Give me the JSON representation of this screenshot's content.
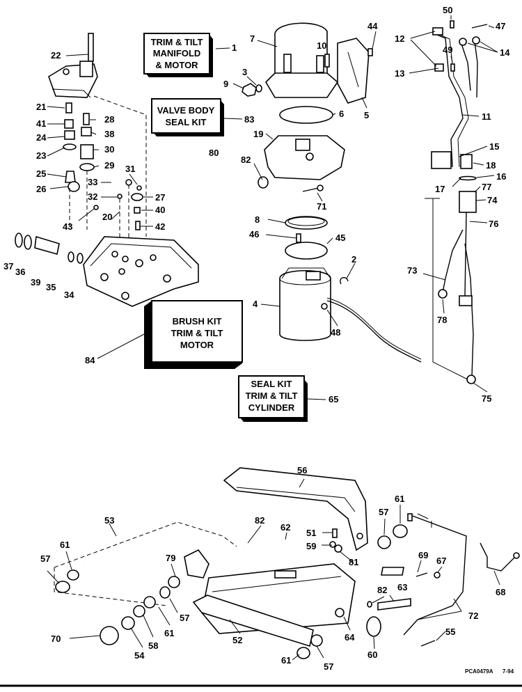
{
  "kits": {
    "manifold": [
      "TRIM & TILT",
      "MANIFOLD",
      "& MOTOR"
    ],
    "valve": [
      "VALVE BODY",
      "SEAL KIT"
    ],
    "brush": [
      "BRUSH KIT",
      "TRIM & TILT",
      "MOTOR"
    ],
    "seal": [
      "SEAL KIT",
      "TRIM & TILT",
      "CYLINDER"
    ]
  },
  "labels": {
    "n1": "1",
    "n2": "2",
    "n3": "3",
    "n4": "4",
    "n5": "5",
    "n6": "6",
    "n7": "7",
    "n8": "8",
    "n9": "9",
    "n10": "10",
    "n11": "11",
    "n12": "12",
    "n13": "13",
    "n14": "14",
    "n15": "15",
    "n16": "16",
    "n17": "17",
    "n18": "18",
    "n19": "19",
    "n20": "20",
    "n21": "21",
    "n22": "22",
    "n23": "23",
    "n24": "24",
    "n25": "25",
    "n26": "26",
    "n27": "27",
    "n28": "28",
    "n29": "29",
    "n30": "30",
    "n31": "31",
    "n32": "32",
    "n33": "33",
    "n34": "34",
    "n35": "35",
    "n36": "36",
    "n37": "37",
    "n38": "38",
    "n39": "39",
    "n40": "40",
    "n41": "41",
    "n42": "42",
    "n43": "43",
    "n44": "44",
    "n45": "45",
    "n46": "46",
    "n47": "47",
    "n48": "48",
    "n49": "49",
    "n50": "50",
    "n51": "51",
    "n52": "52",
    "n53": "53",
    "n54": "54",
    "n55": "55",
    "n56": "56",
    "n57a": "57",
    "n57b": "57",
    "n57c": "57",
    "n57d": "57",
    "n58": "58",
    "n59": "59",
    "n60": "60",
    "n61a": "61",
    "n61b": "61",
    "n61c": "61",
    "n61d": "61",
    "n62": "62",
    "n63": "63",
    "n64": "64",
    "n65": "65",
    "n67": "67",
    "n68": "68",
    "n69": "69",
    "n70": "70",
    "n71": "71",
    "n72": "72",
    "n73": "73",
    "n74": "74",
    "n75": "75",
    "n76": "76",
    "n77": "77",
    "n78": "78",
    "n79": "79",
    "n80": "80",
    "n81": "81",
    "n82a": "82",
    "n82b": "82",
    "n82c": "82",
    "n83": "83",
    "n84": "84"
  },
  "footer": {
    "code": "PCA0479A",
    "date": "7-94"
  }
}
